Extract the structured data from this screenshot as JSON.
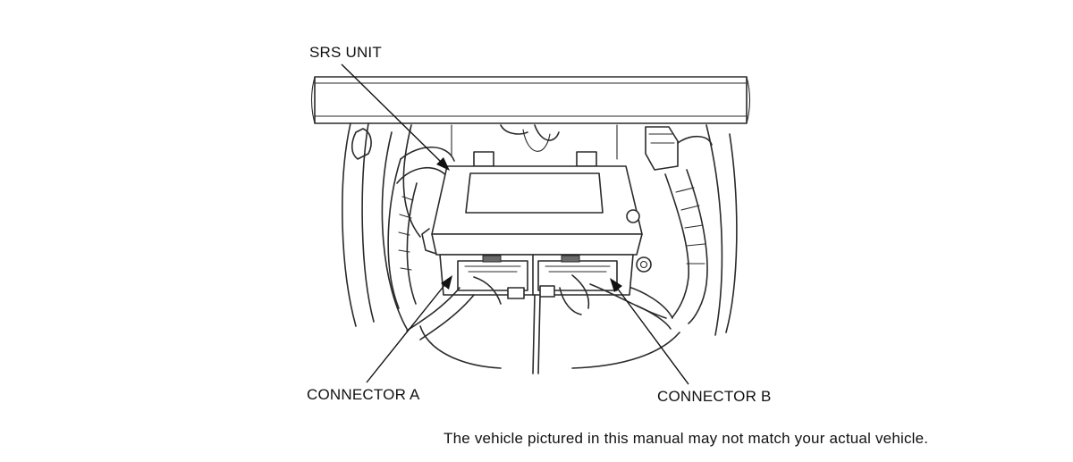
{
  "labels": {
    "srs_unit": "SRS UNIT",
    "connector_a": "CONNECTOR A",
    "connector_b": "CONNECTOR B"
  },
  "disclaimer": "The vehicle pictured in this manual may not match your actual vehicle."
}
